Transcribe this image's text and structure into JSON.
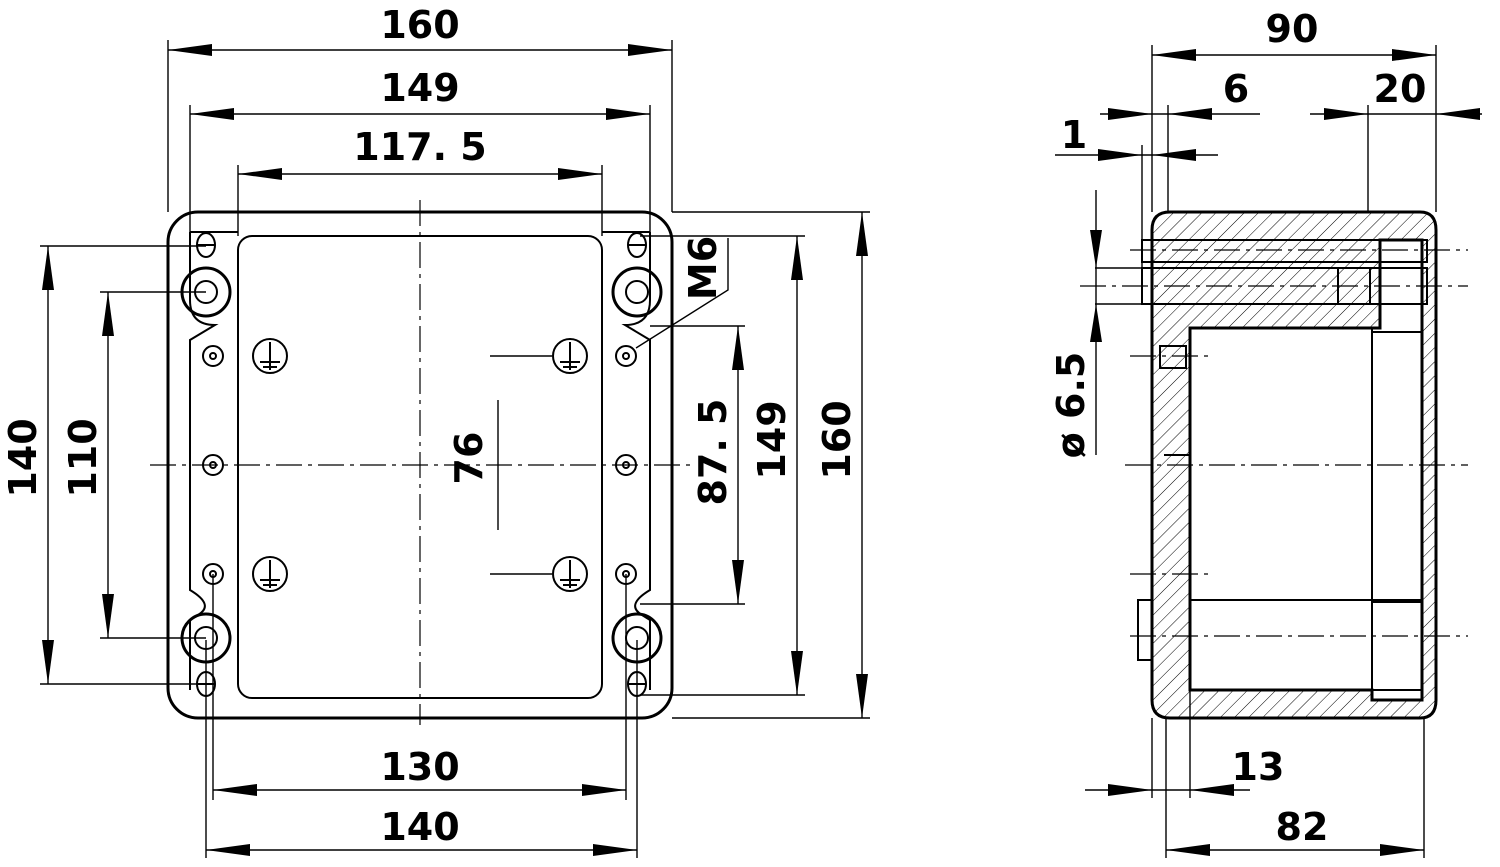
{
  "colors": {
    "ink": "#000000",
    "paper": "#ffffff"
  },
  "front_view": {
    "dim_top_overall": "160",
    "dim_top_hole_pitch": "149",
    "dim_top_lid_inner": "117. 5",
    "dim_bottom_inner": "130",
    "dim_bottom_mount": "140",
    "dim_left_mount": "140",
    "dim_left_hole_pitch": "110",
    "dim_center": "76",
    "dim_right_inner": "87. 5",
    "dim_right_hole_pitch": "149",
    "dim_right_overall": "160",
    "thread_label": "M6",
    "ground_icon": "earth-ground-icon"
  },
  "side_view": {
    "dim_depth_overall": "90",
    "dim_lid": "6",
    "dim_flange": "20",
    "dim_gap": "1",
    "dim_hole_dia": "ø 6.5",
    "dim_wall": "13",
    "dim_body_depth": "82"
  }
}
